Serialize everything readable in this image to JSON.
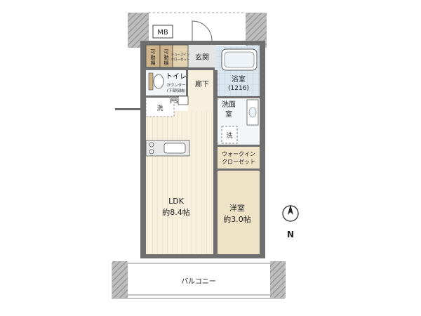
{
  "rooms": {
    "ldk": {
      "name": "LDK",
      "area": "約8.4帖"
    },
    "western": {
      "name": "洋室",
      "area": "約3.0帖"
    },
    "bath": {
      "name": "浴室",
      "size": "(1216)"
    },
    "washroom": {
      "line1": "洗面",
      "line2": "室"
    },
    "toilet": {
      "name": "トイレ",
      "note1": "カウンター",
      "note2": "(下部収納)"
    },
    "entrance": "玄関",
    "corridor": "廊下",
    "wic": {
      "line1": "ウォークイン",
      "line2": "クローゼット"
    },
    "balcony": "バルコニー"
  },
  "fixtures": {
    "mb": "MB",
    "ps": "PS",
    "laundry_left": "洗",
    "laundry_right": "洗",
    "movable_shelf_1": [
      "可",
      "動",
      "棚"
    ],
    "movable_shelf_2": [
      "可",
      "動",
      "棚"
    ],
    "shoes_closet": [
      "シューズイン",
      "クローゼット"
    ]
  },
  "compass": {
    "label": "N"
  },
  "colors": {
    "wall": "#6f6f6f",
    "floor_ldk": "#f7f0df",
    "floor_wood": "#efe3c7",
    "tile": "#dbe6ee",
    "wood_fixture": "#cdb48c"
  }
}
